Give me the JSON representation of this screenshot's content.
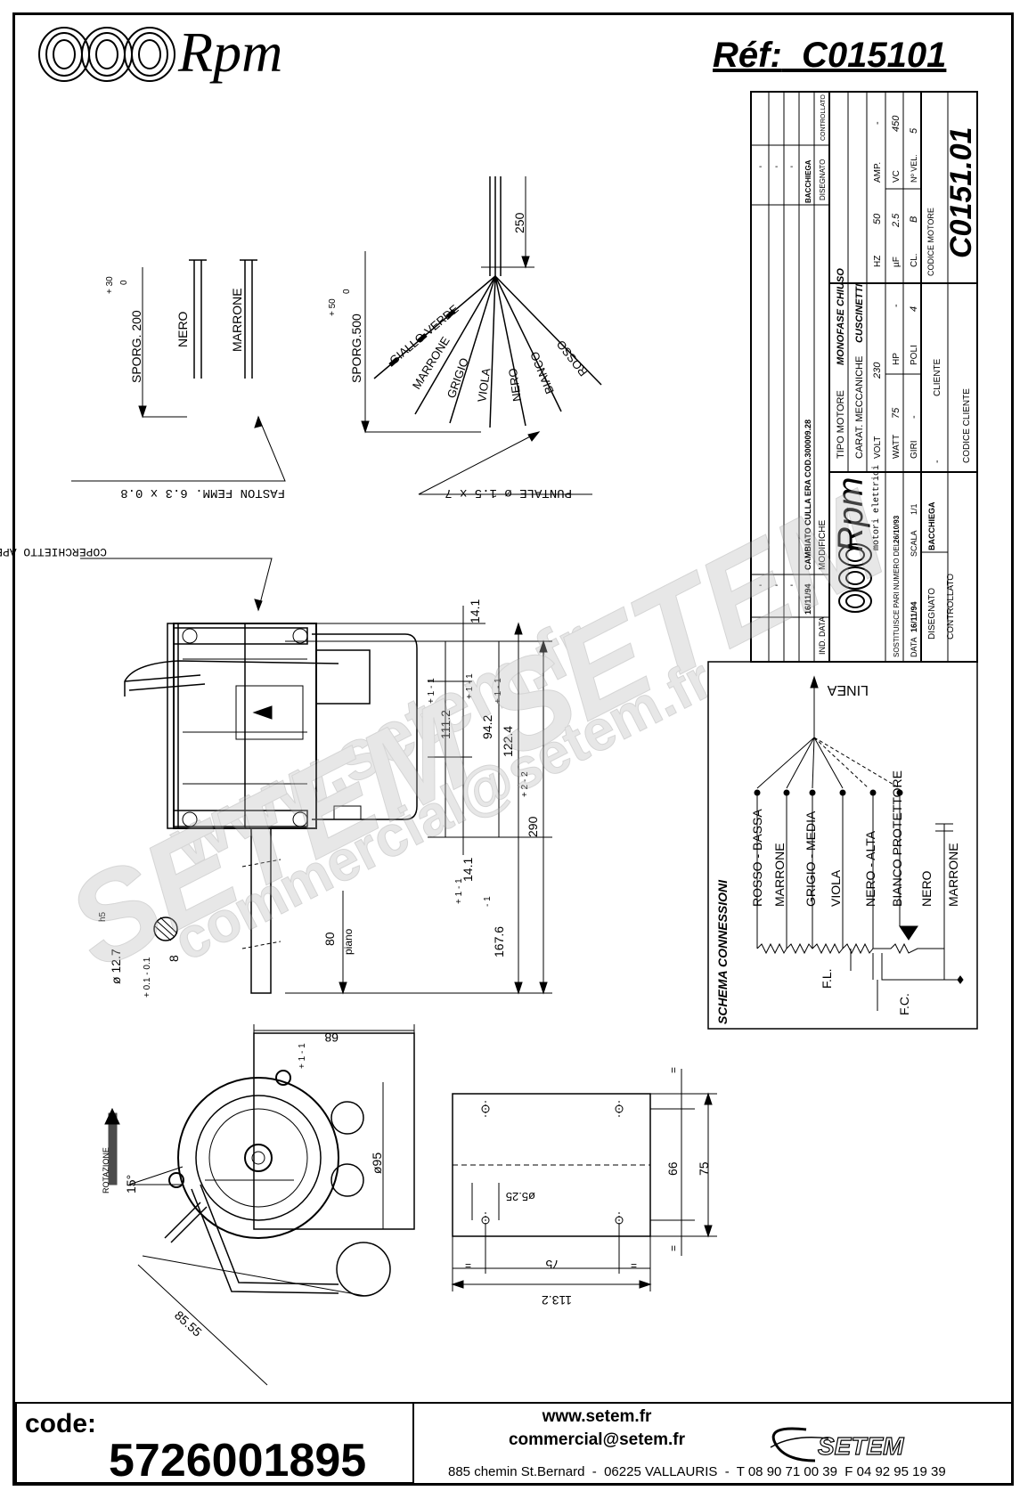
{
  "header": {
    "brand": "Rpm",
    "ref_label": "Réf:",
    "ref_value": "C015101"
  },
  "title_block": {
    "motor_code_label": "CODICE MOTORE",
    "motor_code": "C0151.01",
    "tipo_motore_label": "TIPO MOTORE",
    "tipo_motore": "MONOFASE CHIUSO",
    "carat_label": "CARAT. MECCANICHE",
    "carat": "CUSCINETTI",
    "volt_label": "VOLT",
    "volt": "230",
    "hz_label": "HZ",
    "hz": "50",
    "amp_label": "AMP.",
    "amp": "-",
    "watt_label": "WATT",
    "watt": "75",
    "hp_label": "HP",
    "hp": "-",
    "uf_label": "µF",
    "uf": "2.5",
    "vc_label": "VC",
    "vc": "450",
    "giri_label": "GIRI",
    "giri": "-",
    "poli_label": "POLI",
    "poli": "4",
    "cl_label": "CL.",
    "cl": "B",
    "nvel_label": "Nº VEL.",
    "nvel": "5",
    "cliente_label": "CLIENTE",
    "cliente": "-",
    "codice_cliente_label": "CODICE CLIENTE",
    "modifiche_label": "MODIFICHE",
    "disegnato_label": "DISEGNATO",
    "controllato_label": "CONTROLLATO",
    "ind_label": "IND.",
    "data_label": "DATA",
    "modifica_data": "16/11/94",
    "modifica_text": "CAMBIATO CULLA ERA COD.300009.28",
    "modifica_by": "BACCHIEGA",
    "brand_sub": "motori elettrici",
    "sostituisce_label": "SOSTITUISCE PARI NUMERO DEL",
    "sostituisce_date": "26/10/93",
    "data_date": "16/11/94",
    "scala_label": "SCALA",
    "scala": "1/1",
    "disegnato_by": "BACCHIEGA",
    "dash": "-"
  },
  "wires": {
    "faston_label": "FASTON FEMM. 6.3 x 0.8",
    "puntale_label": "PUNTALE ø 1.5 x 7",
    "sporg_200": "SPORG. 200",
    "sporg_200_tol_plus": "+ 30",
    "sporg_200_tol_minus": "0",
    "sporg_500": "SPORG.500",
    "sporg_500_tol_plus": "+ 50",
    "sporg_500_tol_minus": "0",
    "dim_250": "250",
    "short_wires": [
      "NERO",
      "MARRONE"
    ],
    "long_wires": [
      "GIALLO-VERDE",
      "MARRONE",
      "GRIGIO",
      "VIOLA",
      "NERO",
      "BIANCO",
      "ROSSO"
    ]
  },
  "side_view": {
    "coperchietto_label": "COPERCHIETTO APERTO",
    "dim_14_1_a": "14.1",
    "dim_111_2": "111.2",
    "dim_111_2_tol": "+ 1 - 1",
    "dim_94_2": "94.2",
    "dim_94_2_tol": "+ 1 - 1",
    "dim_122_4": "122.4",
    "dim_122_4_tol": "+ 1 - 1",
    "dim_290": "290",
    "dim_290_tol": "+ 2 - 2",
    "dim_14_1_b": "14.1",
    "dim_14_1_b_tol": "+ 1 - 1",
    "dim_167_6": "167.6",
    "dim_167_6_tol": "- 1",
    "dim_80": "80",
    "piano_label": "piano",
    "shaft_dia": "ø 12.7",
    "shaft_fit": "h5",
    "dim_8": "8",
    "dim_8_tol": "+ 0.1 - 0.1"
  },
  "front_view": {
    "dim_68": "68",
    "dim_68_tol": "+ 1 - 1",
    "dim_95": "ø95",
    "dim_15deg": "15°",
    "rotazione_label": "ROTAZIONE",
    "dim_85_55": "85.55"
  },
  "bottom_view": {
    "dim_66": "66",
    "dim_75_v": "75",
    "dim_75_h": "75",
    "dim_113_2": "113.2",
    "hole_dia": "ø5.25",
    "eq": "="
  },
  "schema": {
    "title": "SCHEMA CONNESSIONI",
    "linea_label": "LINEA",
    "terminals": [
      "ROSSO - BASSA",
      "MARRONE",
      "GRIGIO - MEDIA",
      "VIOLA",
      "NERO - ALTA",
      "BIANCO PROTETTORE",
      "NERO",
      "MARRONE"
    ],
    "fl_label": "F.L.",
    "fc_label": "F.C."
  },
  "watermark": {
    "line1": "www.setem.fr",
    "line2": "SETEM SETEM",
    "line3": "commercial@setem.fr"
  },
  "footer": {
    "code_label": "code:",
    "code_value": "5726001895",
    "website": "www.setem.fr",
    "email": "commercial@setem.fr",
    "address": "885 chemin St.Bernard  -  06225 VALLAURIS  -  T 08 90 71 00 39  F 04 92 95 19 39",
    "company": "SETEM"
  }
}
